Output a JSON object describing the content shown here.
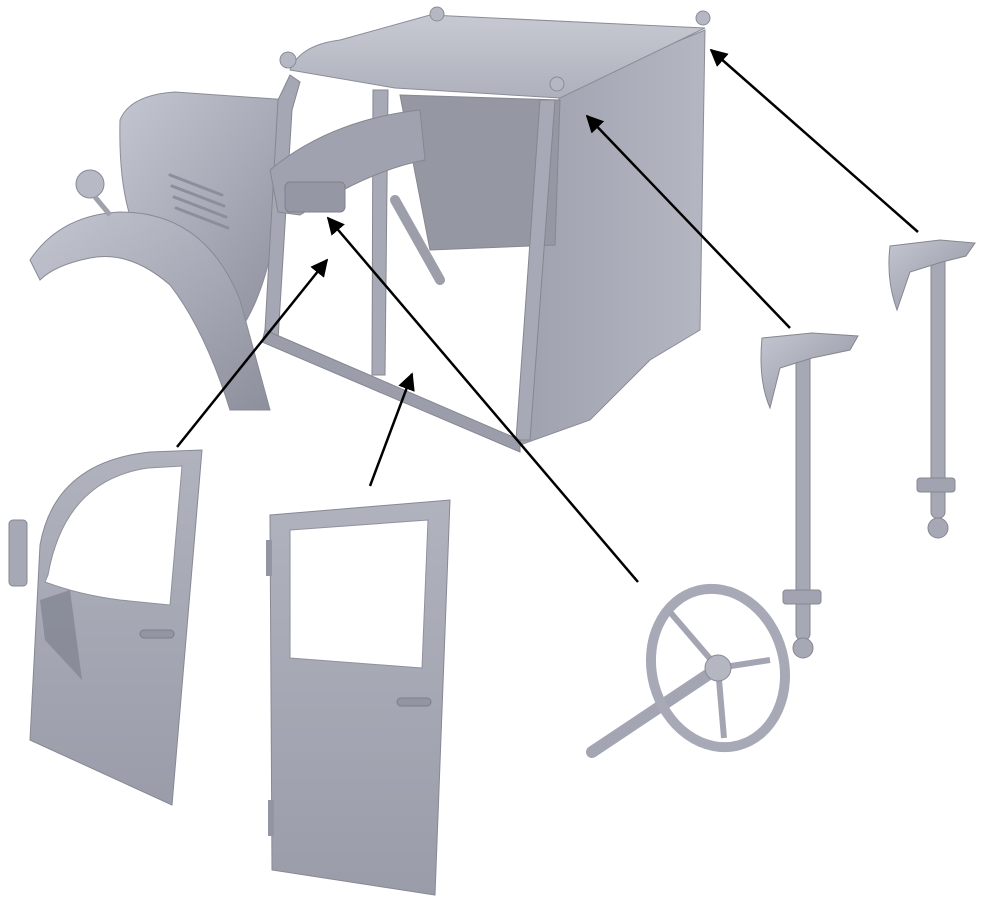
{
  "diagram": {
    "kind": "exploded-assembly",
    "background": "#ffffff",
    "part_color": "#a9acb8",
    "part_shadow": "#7f828e",
    "part_highlight": "#d3d5de",
    "arrow_color": "#000000"
  },
  "parts": [
    {
      "id": "cab",
      "icon": "truck-cab-icon"
    },
    {
      "id": "front-fender",
      "icon": "fender-icon"
    },
    {
      "id": "headlight",
      "icon": "headlight-icon"
    },
    {
      "id": "left-door",
      "icon": "door-icon"
    },
    {
      "id": "right-door",
      "icon": "door-icon"
    },
    {
      "id": "steering-wheel",
      "icon": "steering-wheel-icon"
    },
    {
      "id": "axe-1",
      "icon": "axe-icon"
    },
    {
      "id": "axe-2",
      "icon": "axe-icon"
    }
  ],
  "arrows": [
    {
      "from": "left-door",
      "to": "cab"
    },
    {
      "from": "right-door",
      "to": "cab"
    },
    {
      "from": "steering-wheel",
      "to": "cab"
    },
    {
      "from": "axe-1",
      "to": "cab"
    },
    {
      "from": "axe-2",
      "to": "cab"
    }
  ]
}
